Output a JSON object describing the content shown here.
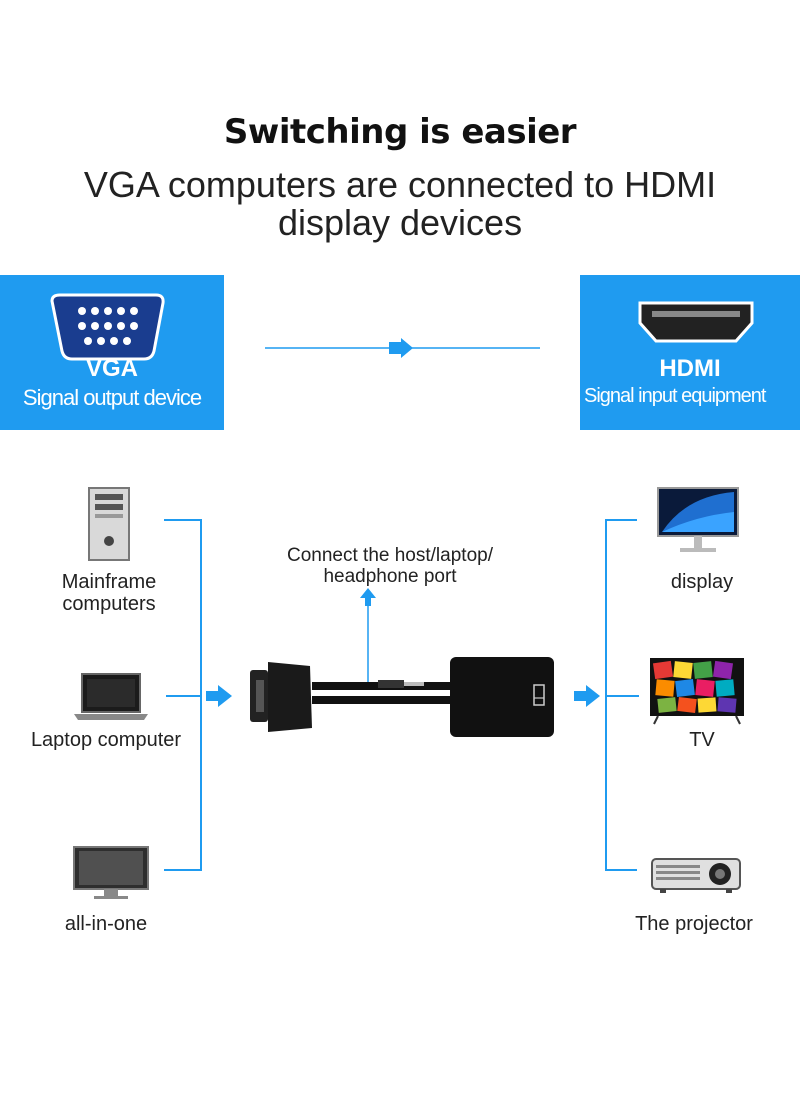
{
  "header": {
    "title": "Switching is easier",
    "subtitle_line1": "VGA computers are connected to HDMI",
    "subtitle_line2": "display devices"
  },
  "left_box": {
    "title": "VGA",
    "subtitle": "Signal output device",
    "icon": "vga-port-icon"
  },
  "right_box": {
    "title": "HDMI",
    "subtitle": "Signal input equipment",
    "icon": "hdmi-port-icon"
  },
  "sources": [
    {
      "label_line1": "Mainframe",
      "label_line2": "computers",
      "icon": "desktop-tower-icon"
    },
    {
      "label_line1": "Laptop computer",
      "label_line2": "",
      "icon": "laptop-icon"
    },
    {
      "label_line1": "all-in-one",
      "label_line2": "",
      "icon": "all-in-one-pc-icon"
    }
  ],
  "destinations": [
    {
      "label": "display",
      "icon": "monitor-icon"
    },
    {
      "label": "TV",
      "icon": "tv-icon"
    },
    {
      "label": "The projector",
      "icon": "projector-icon"
    }
  ],
  "audio_port": {
    "label_line1": "Connect the host/laptop/",
    "label_line2": "headphone port"
  },
  "colors": {
    "accent": "#1f9bf0",
    "adapter": "#111111",
    "text": "#222222"
  }
}
